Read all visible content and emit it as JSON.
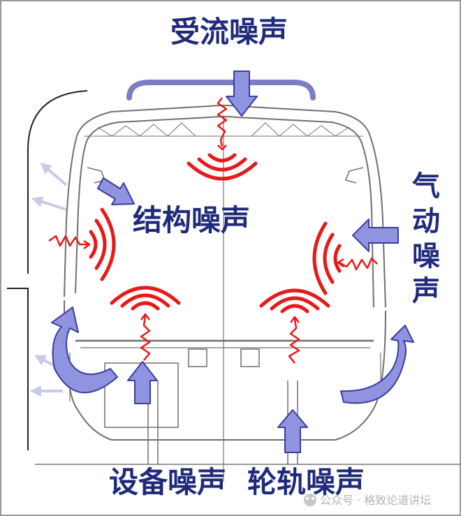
{
  "labels": {
    "top": "受流噪声",
    "structural": "结构噪声",
    "aero": "气动噪声",
    "equipment": "设备噪声",
    "wheel_rail": "轮轨噪声"
  },
  "watermark": {
    "text": "公众号 · 格致论道讲坛"
  },
  "colors": {
    "label": "#202a7a",
    "wave": "#e81919",
    "arrow_fill": "#8f93e0",
    "arrow_stroke": "#3a3f9a",
    "bracket": "#7a7fc4",
    "outline": "#6f6f6f",
    "frame": "#9a9a9a"
  },
  "icons": [
    "bracket-icon",
    "arrow-down-icon",
    "arrow-up-icon",
    "arrow-left-icon",
    "curved-arrow-icon",
    "sound-wave-icon",
    "zigzag-icon"
  ]
}
